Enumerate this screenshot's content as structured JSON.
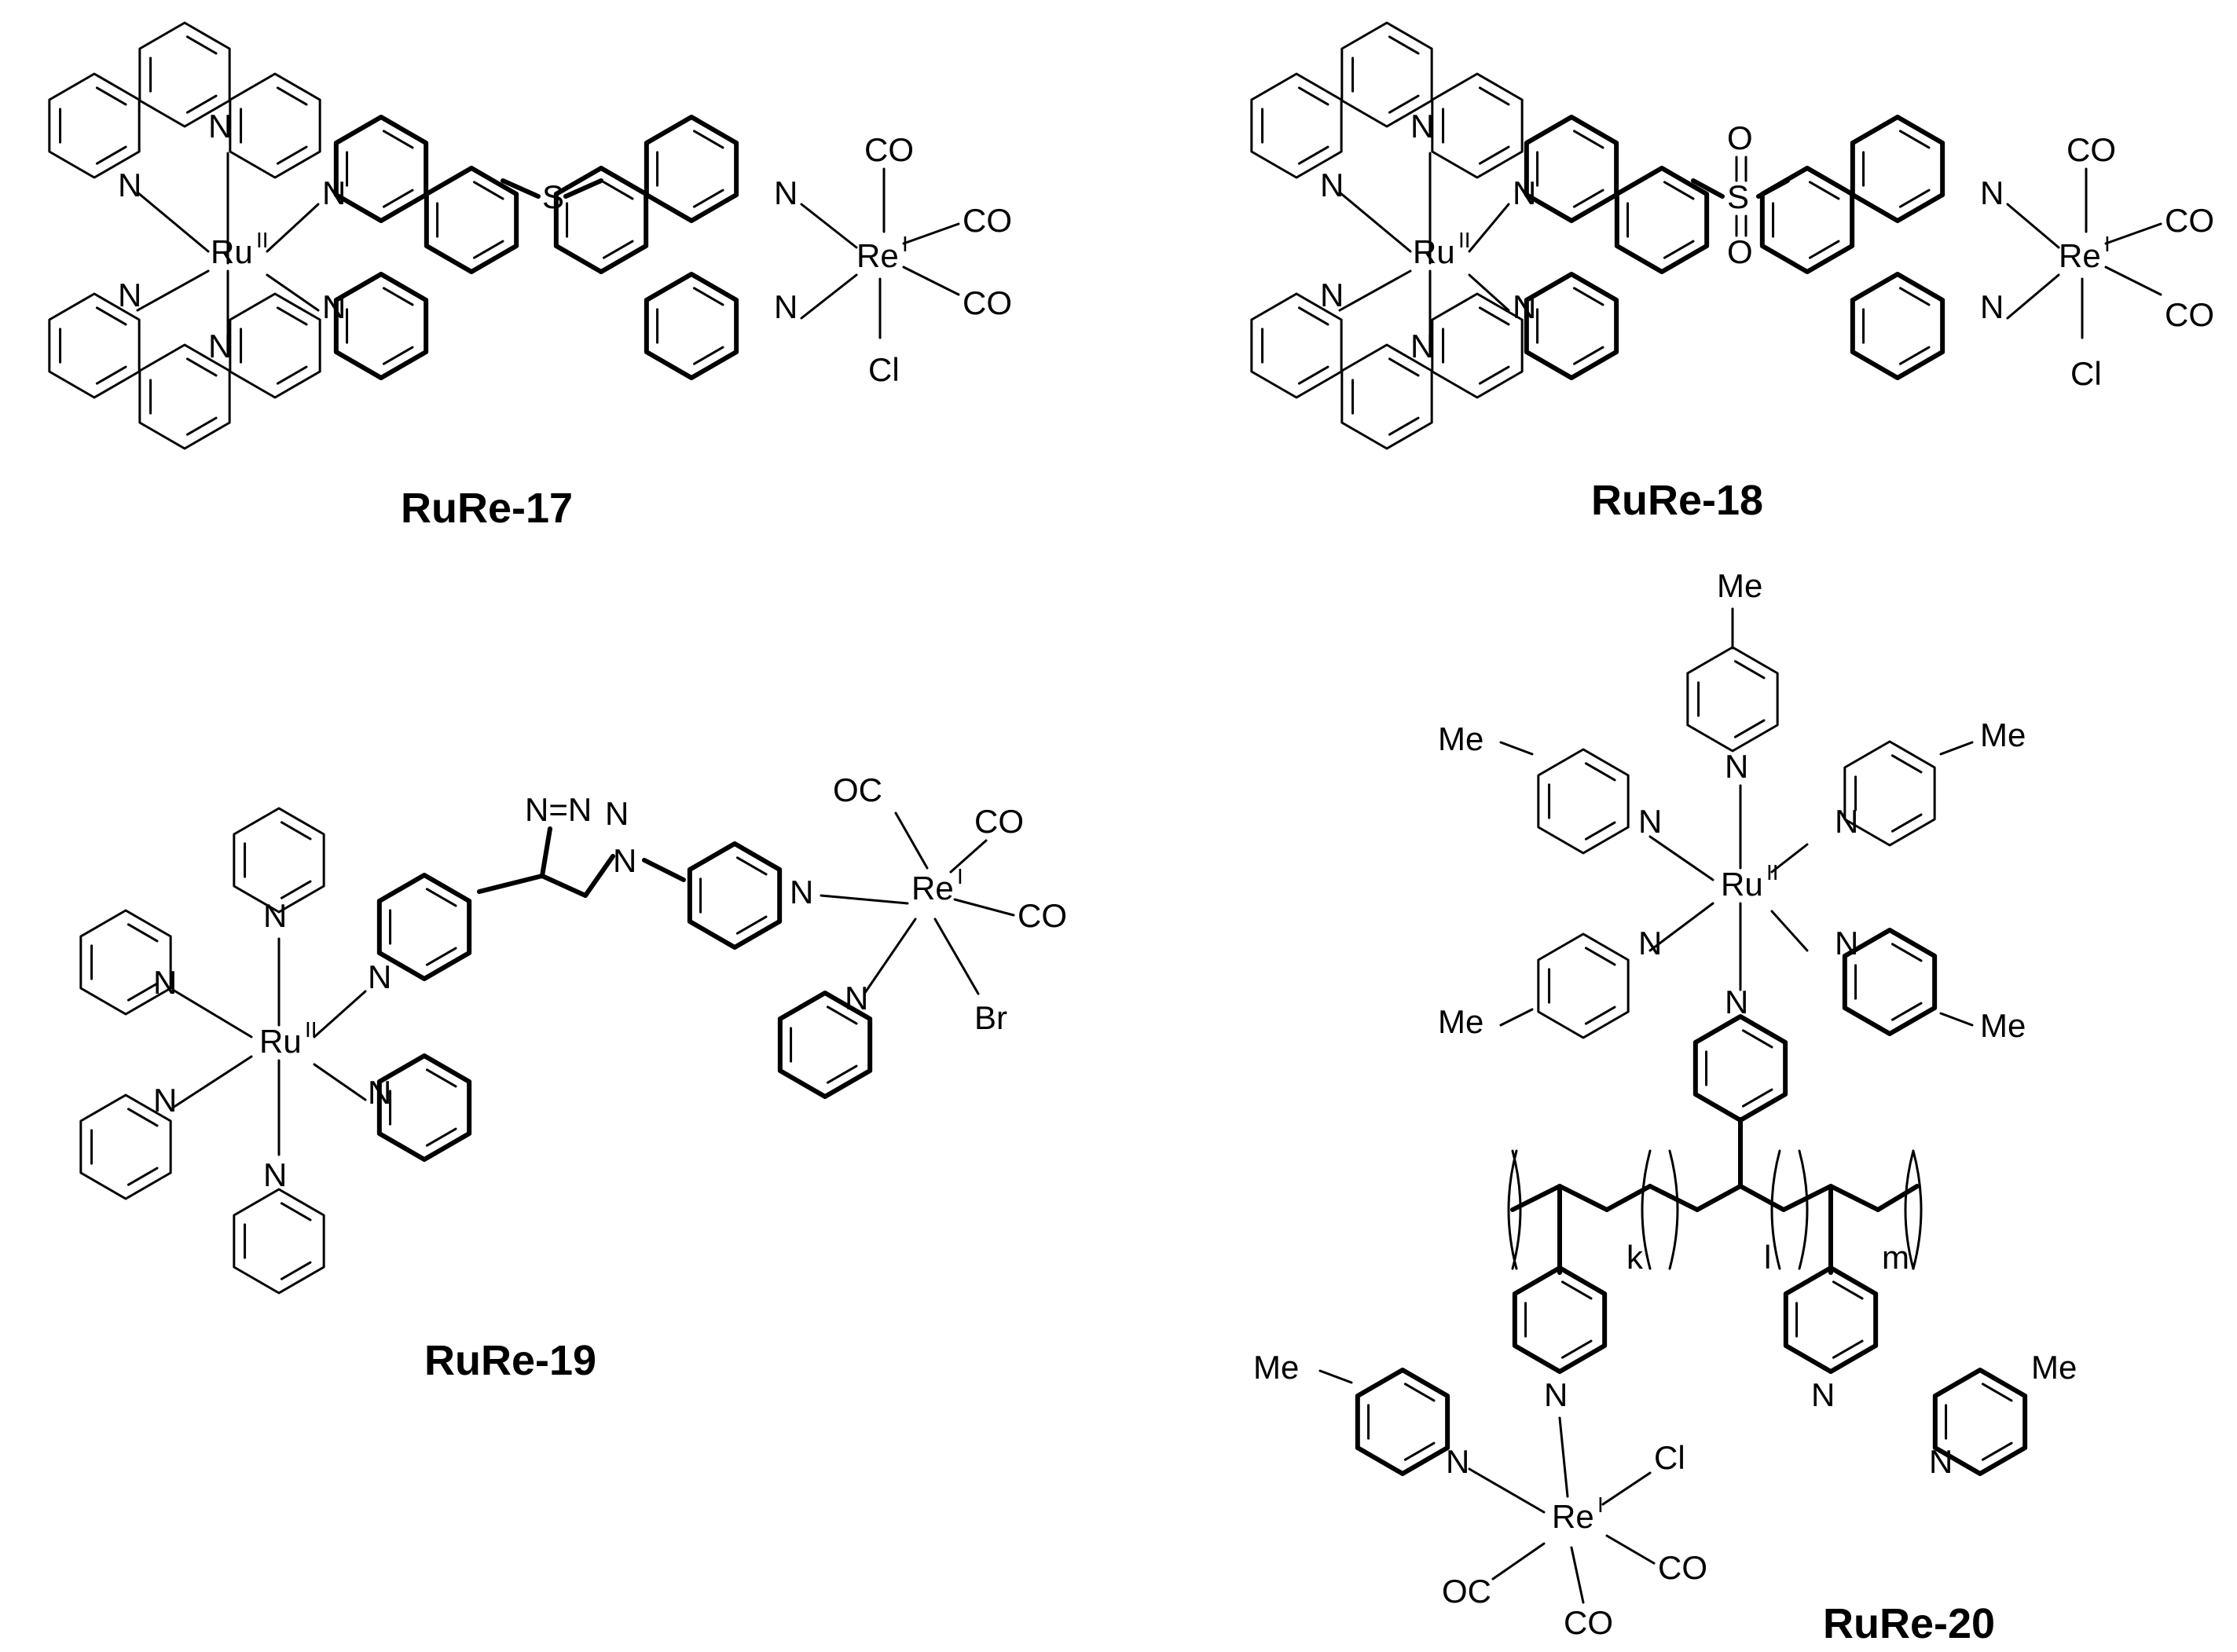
{
  "compounds": [
    {
      "caption": "RuRe-17",
      "ru_label": "Ru",
      "ru_ox": "II",
      "re_label": "Re",
      "re_ox": "I",
      "bridge_label": "S",
      "ligand_labels": [
        "CO",
        "CO",
        "CO",
        "Cl"
      ],
      "ligand_type": "1,10-phenanthroline"
    },
    {
      "caption": "RuRe-18",
      "ru_label": "Ru",
      "ru_ox": "II",
      "re_label": "Re",
      "re_ox": "I",
      "bridge_label": "S",
      "sulfonyl_o": [
        "O",
        "O"
      ],
      "ligand_labels": [
        "CO",
        "CO",
        "CO",
        "Cl"
      ],
      "ligand_type": "1,10-phenanthroline"
    },
    {
      "caption": "RuRe-19",
      "ru_label": "Ru",
      "ru_ox": "II",
      "re_label": "Re",
      "re_ox": "I",
      "ligand_labels": [
        "OC",
        "CO",
        "CO",
        "Br"
      ],
      "ligand_type": "2,2'-bipyridine"
    },
    {
      "caption": "RuRe-20",
      "ru_label": "Ru",
      "ru_ox": "II",
      "re_label": "Re",
      "re_ox": "I",
      "me_label": "Me",
      "ligand_labels": [
        "Cl",
        "OC",
        "CO",
        "CO"
      ],
      "subscripts": [
        "k",
        "l",
        "m"
      ],
      "ligand_type": "4,4'-dimethyl-2,2'-bipyridine"
    }
  ],
  "atom_N": "N",
  "atom_N_eq": "N=N",
  "colors": {
    "ink": "#000000",
    "background": "#ffffff"
  }
}
